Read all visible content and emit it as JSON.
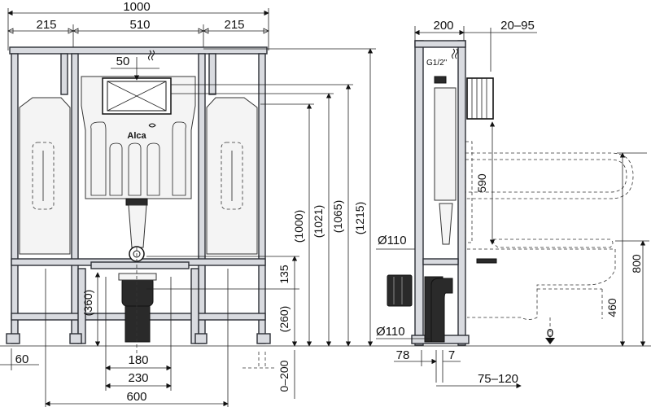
{
  "front_view": {
    "top_dims": {
      "overall": "1000",
      "left": "215",
      "center": "510",
      "right": "215"
    },
    "valve_dim": "50",
    "brand": "Alca",
    "vertical_dims": {
      "h1000": "(1000)",
      "h1021": "(1021)",
      "h1065": "(1065)",
      "h1215": "(1215)",
      "h360": "(360)",
      "h260": "(260)",
      "h135": "135",
      "adj": "0–200"
    },
    "bottom_dims": {
      "d60": "60",
      "d180": "180",
      "d230": "230",
      "d600": "600"
    }
  },
  "side_view": {
    "top_dims": {
      "depth": "200",
      "range": "20–95"
    },
    "inlet": "G1/2\"",
    "vertical_dims": {
      "d590": "590",
      "d800": "800",
      "d460": "460"
    },
    "pipes": {
      "top": "Ø110",
      "bottom": "Ø110"
    },
    "floor_mark": "0",
    "bottom_dims": {
      "d78": "78",
      "d7": "7",
      "range": "75–120"
    }
  },
  "colors": {
    "frame": "#d9dbe0",
    "line": "#2c2f36",
    "dark": "#2a2a2a"
  }
}
